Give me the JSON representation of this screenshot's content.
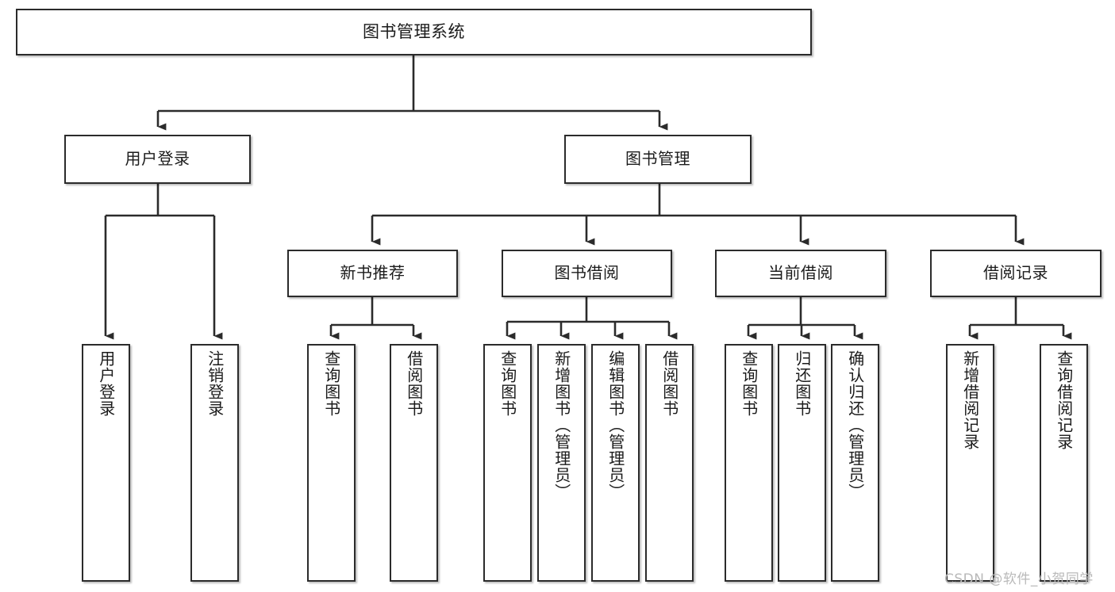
{
  "diagram": {
    "title": "图书管理系统",
    "type": "功能结构图",
    "root": {
      "id": "root",
      "label": "图书管理系统"
    },
    "level2": [
      {
        "id": "user-login",
        "label": "用户登录"
      },
      {
        "id": "book-manage",
        "label": "图书管理"
      }
    ],
    "level3": [
      {
        "id": "new-book-recommend",
        "label": "新书推荐",
        "parent": "book-manage"
      },
      {
        "id": "book-borrow",
        "label": "图书借阅",
        "parent": "book-manage"
      },
      {
        "id": "current-borrow",
        "label": "当前借阅",
        "parent": "book-manage"
      },
      {
        "id": "borrow-record",
        "label": "借阅记录",
        "parent": "book-manage"
      }
    ],
    "leaves": [
      {
        "id": "leaf-user-login",
        "label": "用户登录",
        "parent": "user-login"
      },
      {
        "id": "leaf-user-logout",
        "label": "注销登录",
        "parent": "user-login"
      },
      {
        "id": "leaf-query-book-1",
        "label": "查询图书",
        "parent": "new-book-recommend"
      },
      {
        "id": "leaf-borrow-book-1",
        "label": "借阅图书",
        "parent": "new-book-recommend"
      },
      {
        "id": "leaf-query-book-2",
        "label": "查询图书",
        "parent": "book-borrow"
      },
      {
        "id": "leaf-add-book",
        "label": "新增图书（管理员）",
        "parent": "book-borrow"
      },
      {
        "id": "leaf-edit-book",
        "label": "编辑图书（管理员）",
        "parent": "book-borrow"
      },
      {
        "id": "leaf-borrow-book-2",
        "label": "借阅图书",
        "parent": "book-borrow"
      },
      {
        "id": "leaf-query-book-3",
        "label": "查询图书",
        "parent": "current-borrow"
      },
      {
        "id": "leaf-return-book",
        "label": "归还图书",
        "parent": "current-borrow"
      },
      {
        "id": "leaf-confirm-return",
        "label": "确认归还（管理员）",
        "parent": "current-borrow"
      },
      {
        "id": "leaf-add-record",
        "label": "新增借阅记录",
        "parent": "borrow-record"
      },
      {
        "id": "leaf-query-record",
        "label": "查询借阅记录",
        "parent": "borrow-record"
      }
    ],
    "colors": {
      "line": "#2b2b2b",
      "box_border": "#2b2b2b",
      "box_fill": "#ffffff",
      "text": "#1b1b1b",
      "watermark": "#b9b9b9",
      "background": "#ffffff"
    }
  },
  "watermark": {
    "text": "CSDN @软件_小贺同学"
  }
}
